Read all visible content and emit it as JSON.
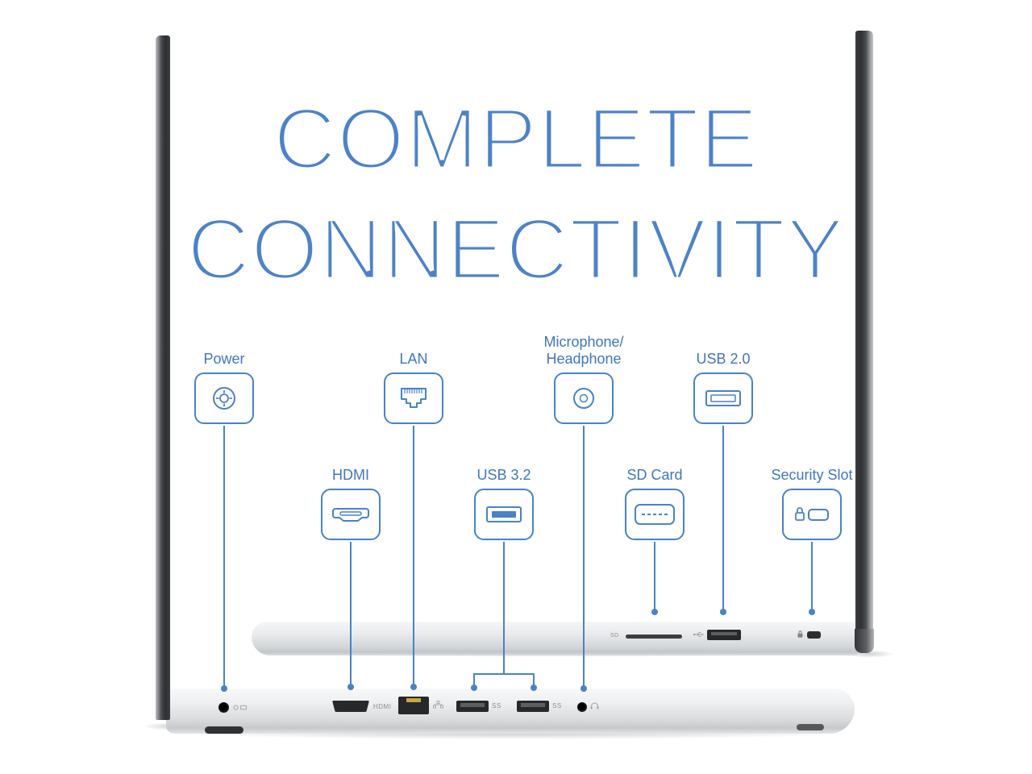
{
  "title": {
    "line1": "COMPLETE",
    "line2": "CONNECTIVITY"
  },
  "colors": {
    "accent": "#4a82c6",
    "title_blue": "#4d82c8"
  },
  "callouts": {
    "power": {
      "label": "Power"
    },
    "lan": {
      "label": "LAN"
    },
    "mic_headphone": {
      "label_line1": "Microphone/",
      "label_line2": "Headphone"
    },
    "usb20": {
      "label": "USB 2.0"
    },
    "hdmi": {
      "label": "HDMI"
    },
    "usb32": {
      "label": "USB 3.2"
    },
    "sd_card": {
      "label": "SD Card"
    },
    "security_slot": {
      "label": "Security Slot"
    }
  },
  "port_markings": {
    "hdmi": "HDMI",
    "usb_superspeed": "SS",
    "sd": "SD"
  }
}
